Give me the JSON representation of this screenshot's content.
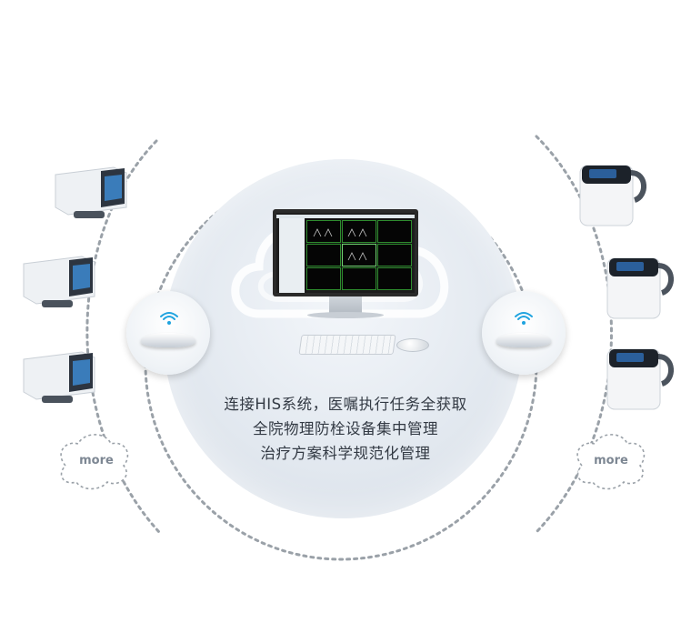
{
  "caption": {
    "line1": "连接HIS系统，医嘱执行任务全获取",
    "line2": "全院物理防栓设备集中管理",
    "line3": "治疗方案科学规范化管理"
  },
  "left_group": {
    "more_label": "more"
  },
  "right_group": {
    "more_label": "more"
  },
  "colors": {
    "dashed_line": "#9aa1a8",
    "wifi_blue": "#1fa3df",
    "caption_text": "#333a44",
    "screen_border_green": "#2e8c2e",
    "screen_text_yellow": "#d8d048"
  },
  "icons": {
    "wifi": "wifi-icon",
    "router": "router-device",
    "monitor": "desktop-monitor",
    "keyboard": "keyboard",
    "mouse": "mouse",
    "left_device": "pump-device-left",
    "right_device": "pump-device-right"
  }
}
